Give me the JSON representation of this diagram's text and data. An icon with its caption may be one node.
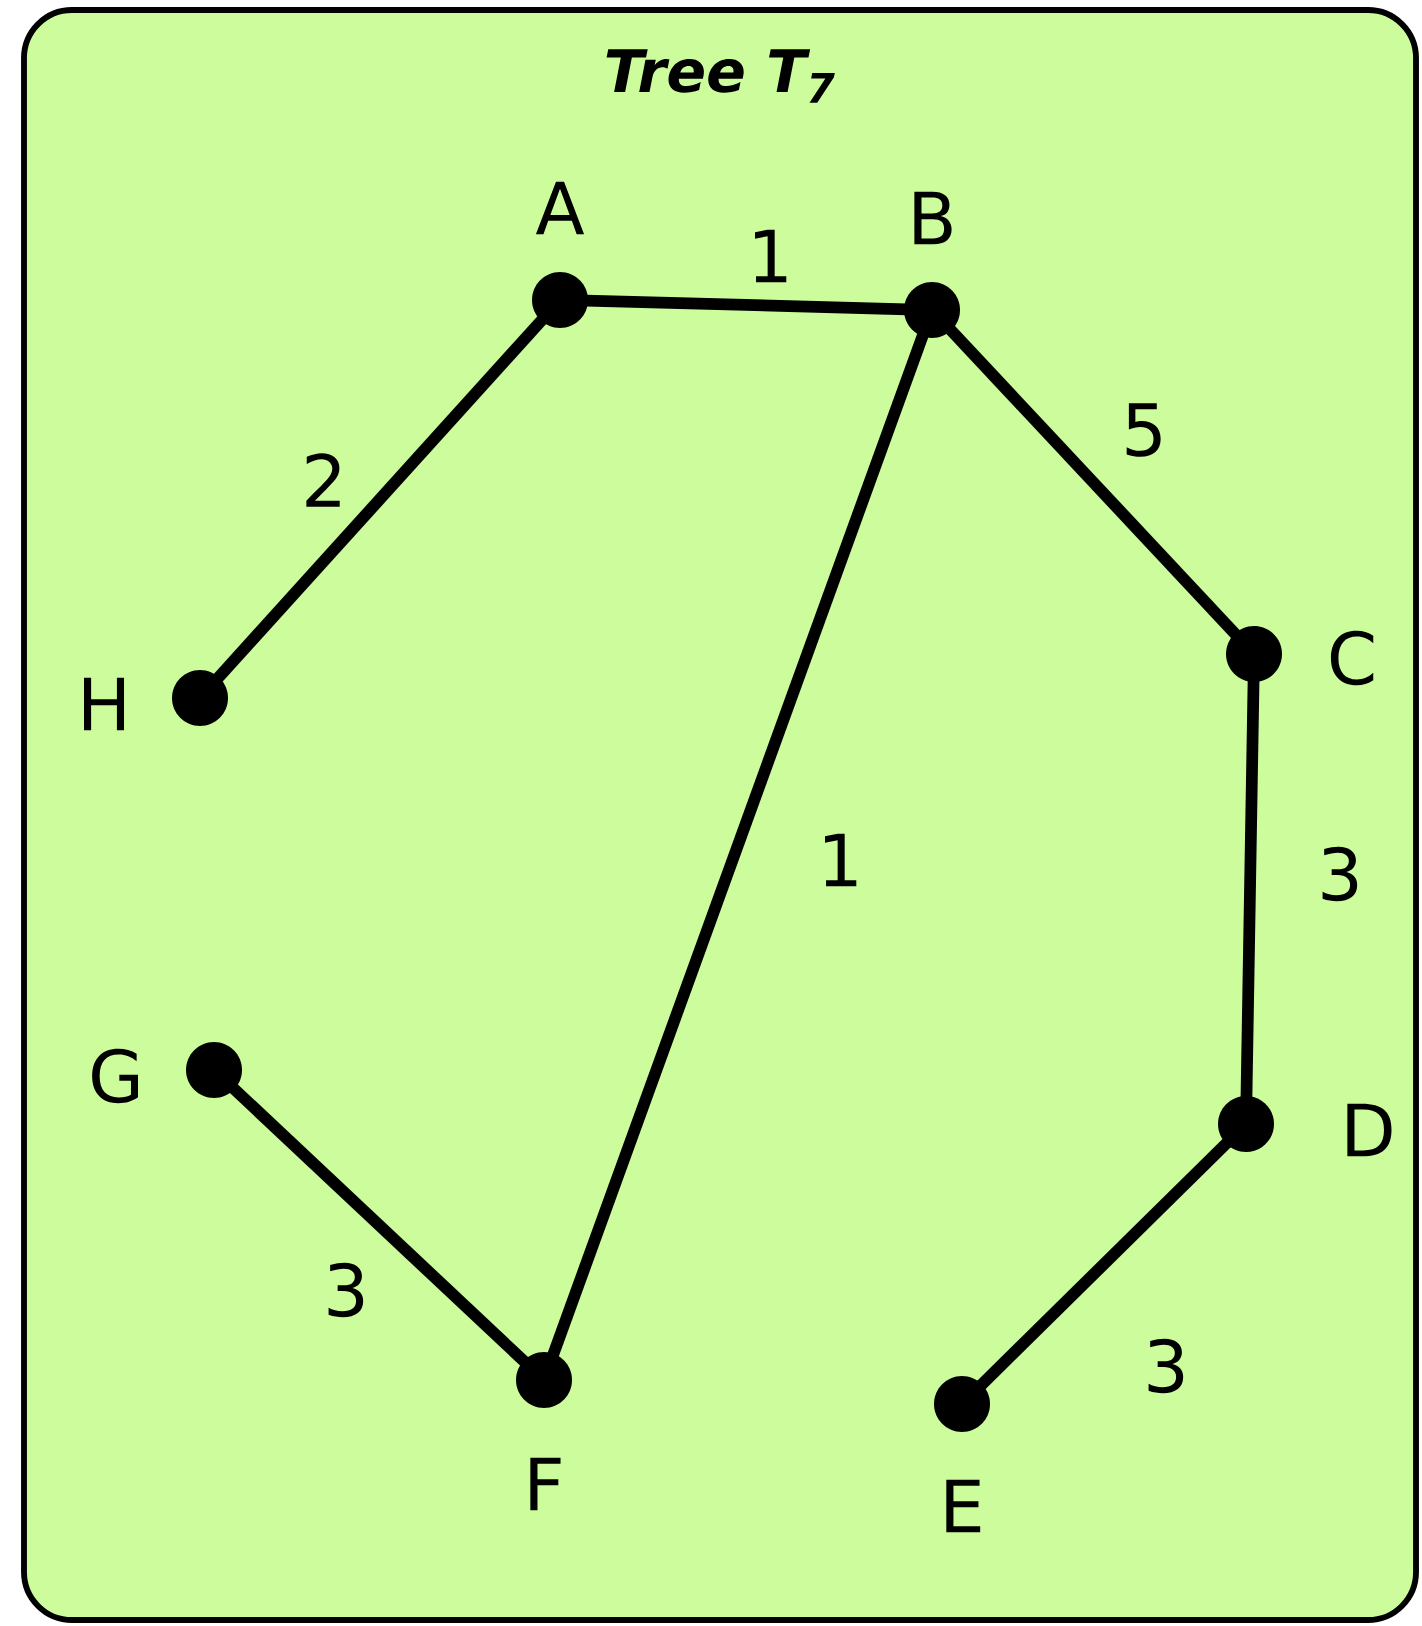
{
  "diagram": {
    "nodes": [
      {
        "text": [
          "*Tree T$_{7}$*"
        ]
      },
      {
        "text": [],
        "shape": "circle",
        "beside": [
          "A"
        ],
        "in": 0
      },
      {
        "text": [],
        "shape": "circle",
        "beside": [
          "B"
        ],
        "in": 0
      },
      {
        "text": [],
        "shape": "circle",
        "beside": [
          "C"
        ],
        "in": 0
      },
      {
        "text": [],
        "shape": "circle",
        "beside": [
          "D"
        ],
        "in": 0
      },
      {
        "text": [],
        "shape": "circle",
        "beside": [
          "E"
        ],
        "in": 0
      },
      {
        "text": [],
        "shape": "circle",
        "beside": [
          "F"
        ],
        "in": 0
      },
      {
        "text": [],
        "shape": "circle",
        "beside": [
          "G"
        ],
        "in": 0
      },
      {
        "text": [],
        "shape": "circle",
        "beside": [
          "H"
        ],
        "in": 0
      }
    ],
    "edges": [
      {
        "from": 1,
        "to": 2,
        "arrow": "none",
        "label": "1"
      },
      {
        "from": 8,
        "to": 1,
        "arrow": "none",
        "label": "2"
      },
      {
        "from": 2,
        "to": 3,
        "arrow": "none",
        "label": "5"
      },
      {
        "from": 2,
        "to": 6,
        "arrow": "none",
        "label": "1"
      },
      {
        "from": 3,
        "to": 4,
        "arrow": "none",
        "label": "3"
      },
      {
        "from": 7,
        "to": 6,
        "arrow": "none",
        "label": "3"
      },
      {
        "from": 4,
        "to": 5,
        "arrow": "none",
        "label": "3"
      }
    ]
  }
}
